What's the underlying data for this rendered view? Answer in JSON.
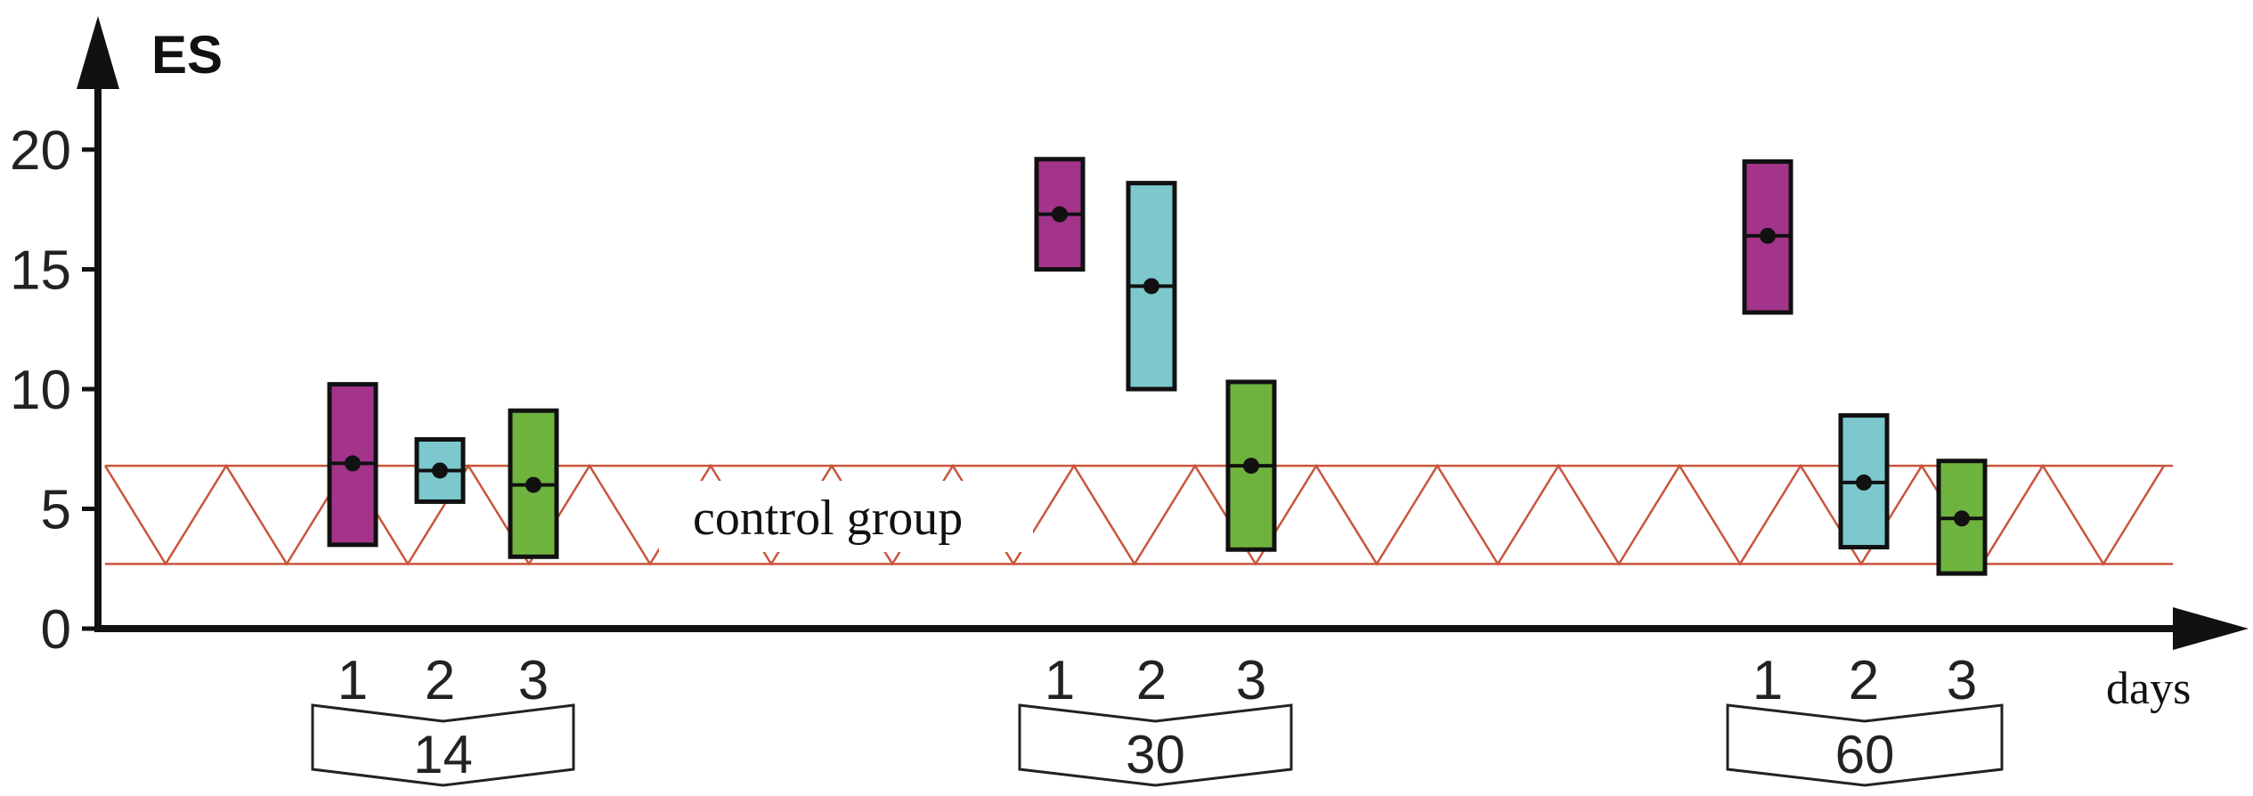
{
  "chart_data": {
    "type": "box",
    "ylabel": "ES",
    "xlabel": "days",
    "ylim": [
      0,
      20
    ],
    "yticks": [
      0,
      5,
      10,
      15,
      20
    ],
    "groups": [
      {
        "label": "14",
        "items": [
          {
            "label": "1",
            "color": "#a3348a",
            "low": 3.5,
            "high": 10.2,
            "mean": 6.9
          },
          {
            "label": "2",
            "color": "#7cc8cc",
            "low": 5.3,
            "high": 7.9,
            "mean": 6.6
          },
          {
            "label": "3",
            "color": "#6fb33f",
            "low": 3.0,
            "high": 9.1,
            "mean": 6.0
          }
        ]
      },
      {
        "label": "30",
        "items": [
          {
            "label": "1",
            "color": "#a3348a",
            "low": 15.0,
            "high": 19.6,
            "mean": 17.3
          },
          {
            "label": "2",
            "color": "#7cc8cc",
            "low": 10.0,
            "high": 18.6,
            "mean": 14.3
          },
          {
            "label": "3",
            "color": "#6fb33f",
            "low": 3.3,
            "high": 10.3,
            "mean": 6.8
          }
        ]
      },
      {
        "label": "60",
        "items": [
          {
            "label": "1",
            "color": "#a3348a",
            "low": 13.2,
            "high": 19.5,
            "mean": 16.4
          },
          {
            "label": "2",
            "color": "#7cc8cc",
            "low": 3.4,
            "high": 8.9,
            "mean": 6.1
          },
          {
            "label": "3",
            "color": "#6fb33f",
            "low": 2.3,
            "high": 7.0,
            "mean": 4.6
          }
        ]
      }
    ],
    "control_band": {
      "label": "control group",
      "low": 2.7,
      "high": 6.8,
      "color": "#c8553c"
    }
  }
}
